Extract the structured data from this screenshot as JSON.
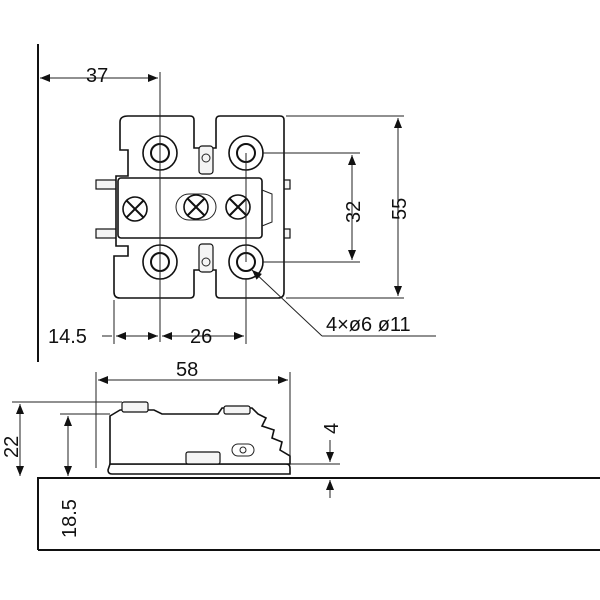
{
  "dimensions": {
    "d37": "37",
    "d55": "55",
    "d32": "32",
    "d14_5": "14.5",
    "d26": "26",
    "holes": "4×ø6 ø11",
    "d58": "58",
    "d22": "22",
    "d18_5": "18.5",
    "d4": "4"
  }
}
